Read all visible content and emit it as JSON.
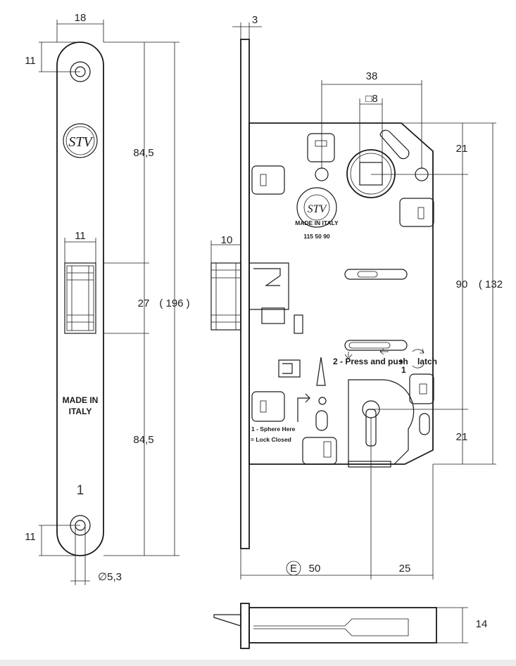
{
  "dimensions": {
    "faceplate_width": "18",
    "top_hole_offset": "11",
    "upper_length": "84,5",
    "latch_width": "11",
    "latch_height": "27",
    "total_length": "( 196 )",
    "lower_length": "84,5",
    "bottom_hole_offset": "11",
    "hole_diameter": "∅5,3",
    "plate_thickness": "3",
    "spindle_spacing": "38",
    "spindle_square": "□8",
    "top_offset": "21",
    "center_distance": "90",
    "body_height": "( 132",
    "bottom_offset": "21",
    "latch_projection": "10",
    "backset_mark": "E",
    "backset": "50",
    "key_to_back": "25",
    "case_depth": "14"
  },
  "faceplate_text": {
    "made_in": "MADE IN",
    "italy": "ITALY",
    "number": "1"
  },
  "body_text": {
    "logo": "STV",
    "stamp_ring": "MADE IN ITALY",
    "serial": "115 50 90",
    "instruction_2": "2 - Press and push",
    "plus": "+",
    "latch_word": "latch",
    "instruction_number": "1",
    "instruction_1": "1 - Sphere Here",
    "lock_closed": "= Lock Closed"
  }
}
